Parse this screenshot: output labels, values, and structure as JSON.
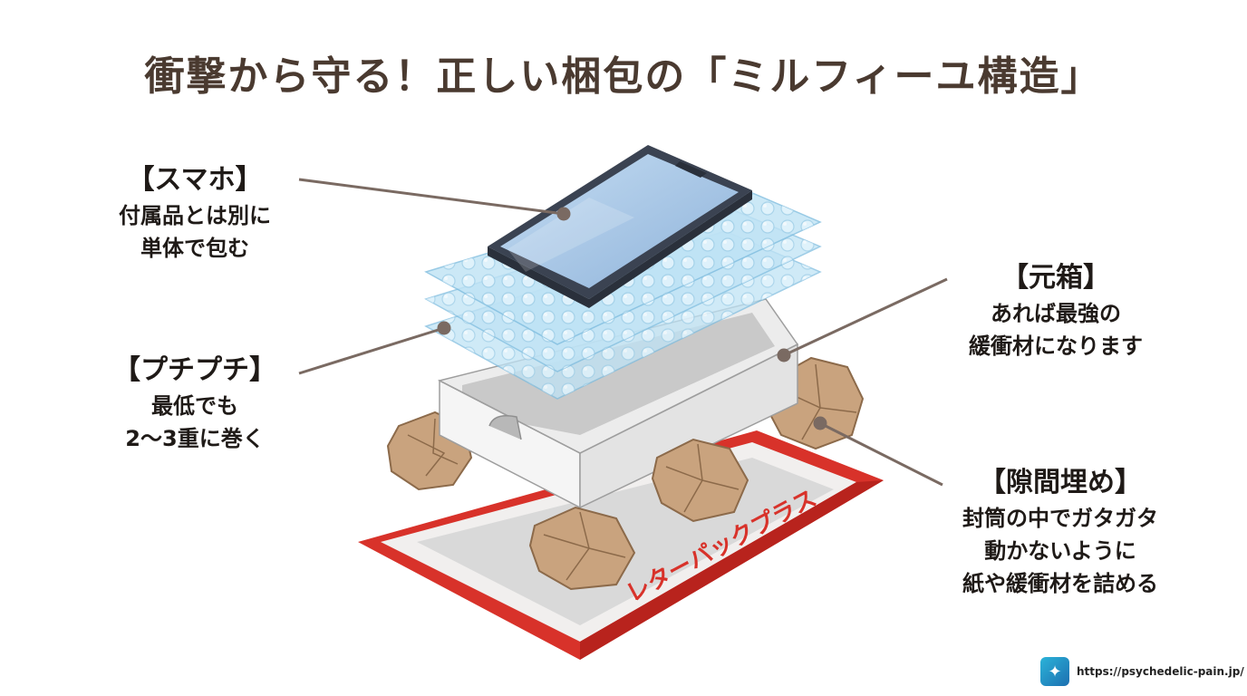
{
  "title": "衝撃から守る！正しい梱包の「ミルフィーユ構造」",
  "labels": {
    "smartphone": {
      "head": "【スマホ】",
      "lines": [
        "付属品とは別に",
        "単体で包む"
      ]
    },
    "bubble_wrap": {
      "head": "【プチプチ】",
      "lines": [
        "最低でも",
        "2〜3重に巻く"
      ]
    },
    "original_box": {
      "head": "【元箱】",
      "lines": [
        "あれば最強の",
        "緩衝材になります"
      ]
    },
    "gap_filler": {
      "head": "【隙間埋め】",
      "lines": [
        "封筒の中でガタガタ",
        "動かないように",
        "紙や緩衝材を詰める"
      ]
    }
  },
  "envelope_text": "レターパックプラス",
  "footer": {
    "url": "https://psychedelic-pain.jp/",
    "logo_icon": "device-hack-logo-icon"
  },
  "colors": {
    "title": "#4a3a30",
    "envelope_red": "#d8322a",
    "bubble": "#bfe3f5",
    "phone_screen": "#a9c6e6",
    "phone_body": "#3b4352",
    "kraft": "#c9a37e",
    "leader_line": "#7a6a62"
  }
}
